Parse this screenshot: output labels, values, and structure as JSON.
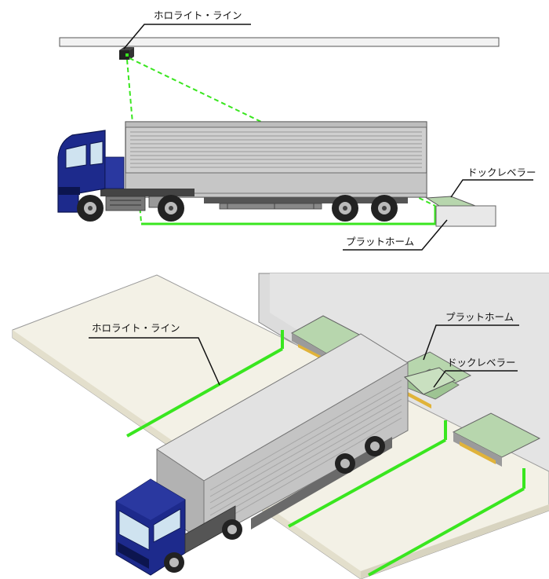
{
  "top_view": {
    "labels": {
      "horolight_line": "ホロライト・ライン",
      "dock_leveler": "ドックレベラー",
      "platform": "プラットホーム"
    }
  },
  "bottom_view": {
    "labels": {
      "horolight_line": "ホロライト・ライン",
      "platform": "プラットホーム",
      "dock_leveler": "ドックレベラー"
    }
  },
  "colors": {
    "light_line": "#39e61f",
    "truck_cab": "#1d2a8c",
    "trailer_body": "#c9c9c9",
    "dock_pad": "#b7d6ad",
    "floor": "#f3f1e6"
  }
}
